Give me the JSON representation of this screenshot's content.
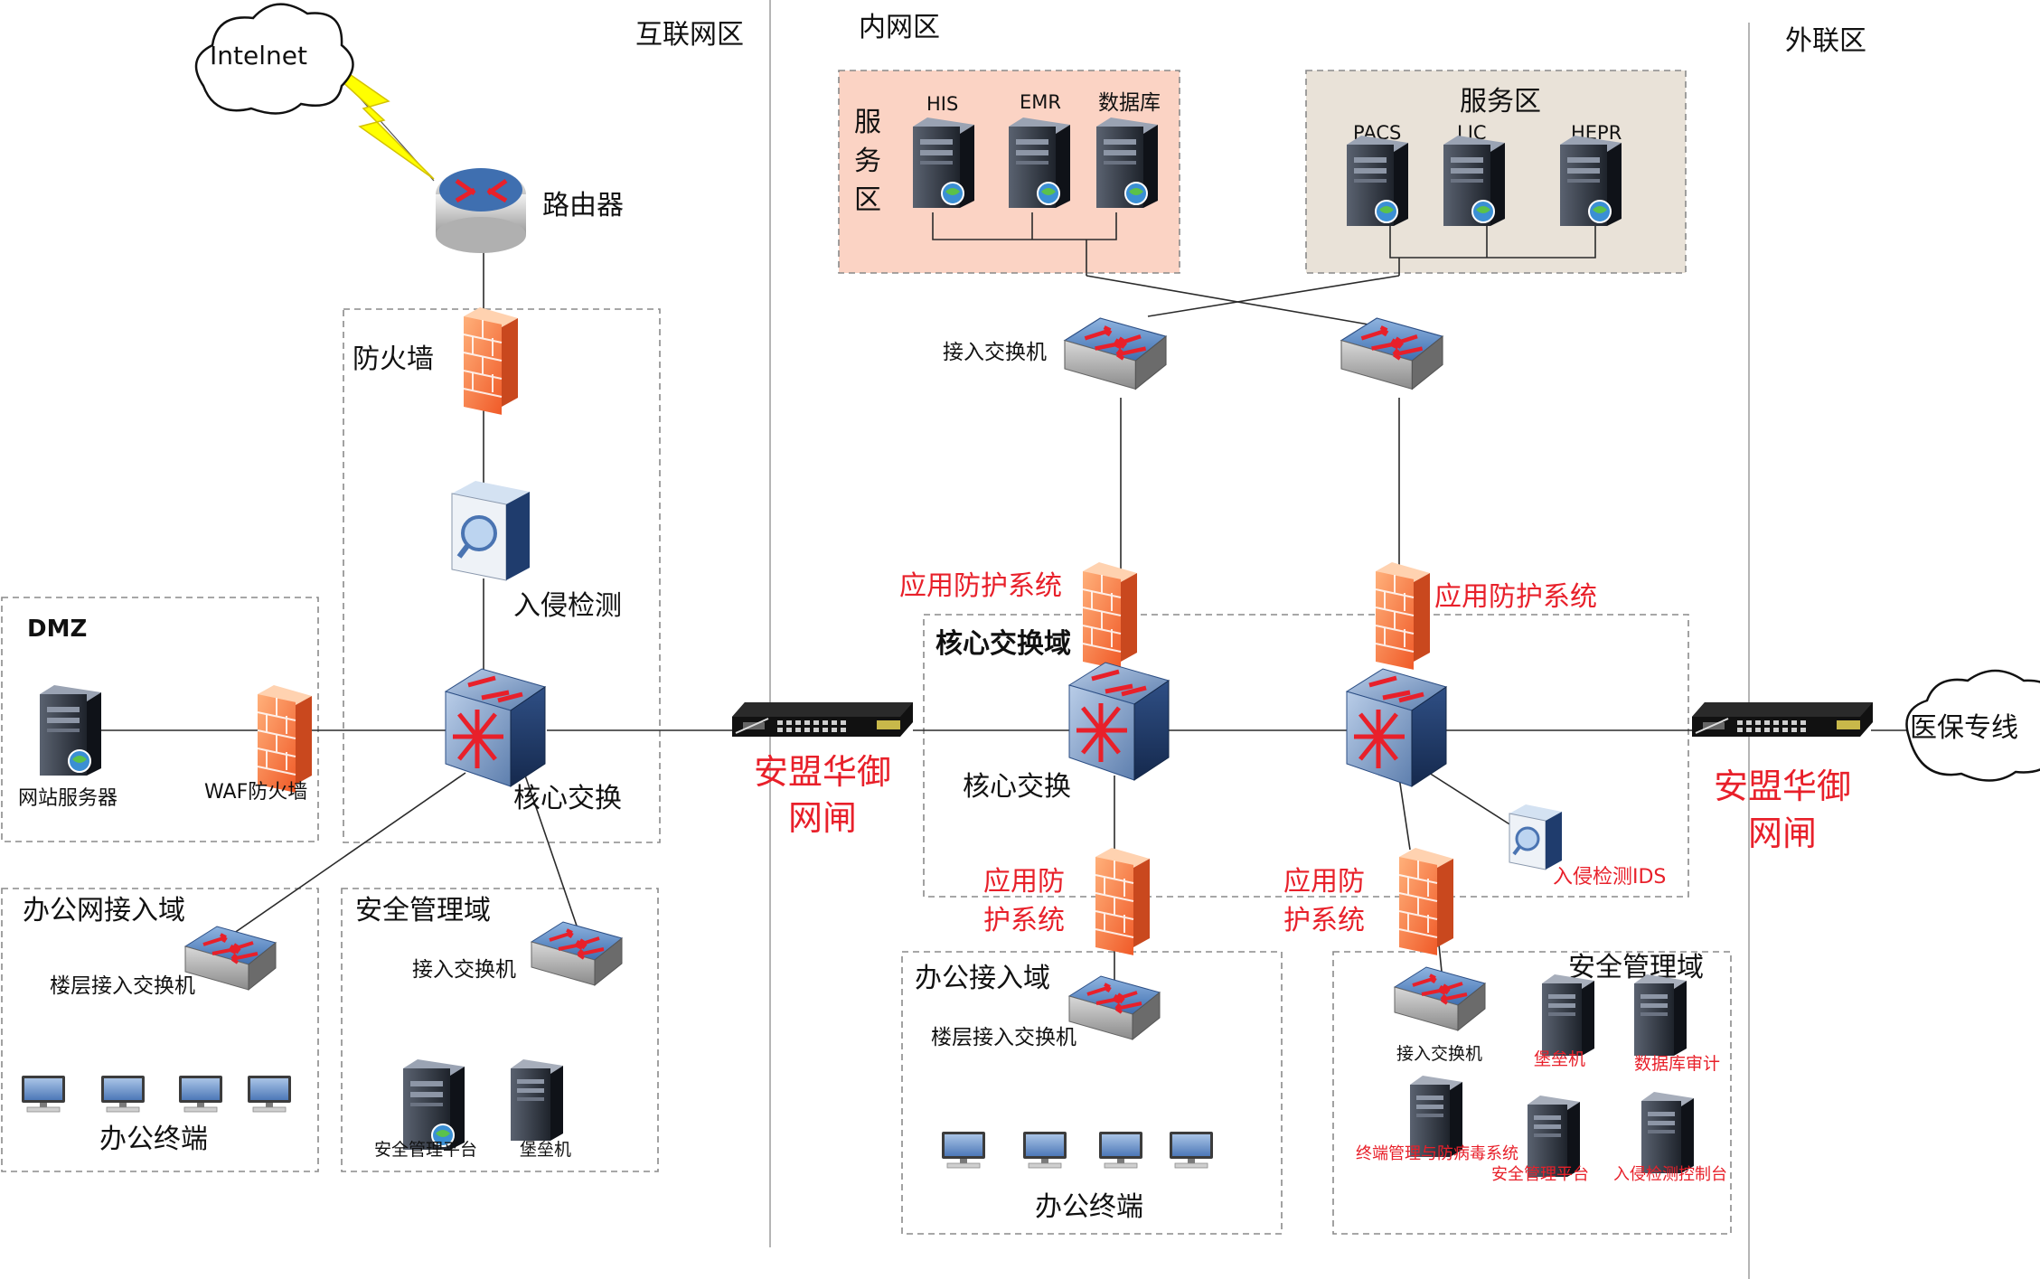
{
  "zones": {
    "internet": "互联网区",
    "intranet": "内网区",
    "extranet": "外联区"
  },
  "internet_side": {
    "cloud": "Intelnet",
    "router": "路由器",
    "firewall": "防火墙",
    "ids": "入侵检测",
    "core_switch": "核心交换",
    "dmz": {
      "title": "DMZ",
      "web_server": "网站服务器",
      "waf": "WAF防火墙"
    },
    "office_access": {
      "title": "办公网接入域",
      "floor_switch": "楼层接入交换机",
      "terminals": "办公终端"
    },
    "security_mgmt": {
      "title": "安全管理域",
      "access_switch": "接入交换机",
      "platform": "安全管理平台",
      "bastion": "堡垒机"
    }
  },
  "gateway_left": {
    "line1": "安盟华御",
    "line2": "网闸"
  },
  "gateway_right": {
    "line1": "安盟华御",
    "line2": "网闸"
  },
  "intranet_side": {
    "service_zone_1": {
      "title_chars": [
        "服",
        "务",
        "区"
      ],
      "servers": [
        "HIS",
        "EMR",
        "数据库"
      ]
    },
    "service_zone_2": {
      "title": "服务区",
      "servers": [
        "PACS",
        "LIC",
        "HEPR"
      ]
    },
    "access_switch": "接入交换机",
    "app_protect_top_left": "应用防护系统",
    "app_protect_top_right": "应用防护系统",
    "core_domain": {
      "title": "核心交换域",
      "core_switch": "核心交换",
      "ids": "入侵检测IDS"
    },
    "app_protect_bottom_left": [
      "应用防",
      "护系统"
    ],
    "app_protect_bottom_right": [
      "应用防",
      "护系统"
    ],
    "office_access": {
      "title": "办公接入域",
      "floor_switch": "楼层接入交换机",
      "terminals": "办公终端"
    },
    "security_mgmt": {
      "title": "安全管理域",
      "access_switch": "接入交换机",
      "bastion": "堡垒机",
      "db_audit": "数据库审计",
      "endpoint_av": "终端管理与防病毒系统",
      "platform": "安全管理平台",
      "ids_console": "入侵检测控制台"
    }
  },
  "extranet_side": {
    "cloud": "医保专线"
  },
  "colors": {
    "alert_red": "#e8202a",
    "service_pink": "#fbd3c4",
    "service_beige": "#e9e2d8",
    "line": "#2b2b2b",
    "dash": "#888888"
  }
}
